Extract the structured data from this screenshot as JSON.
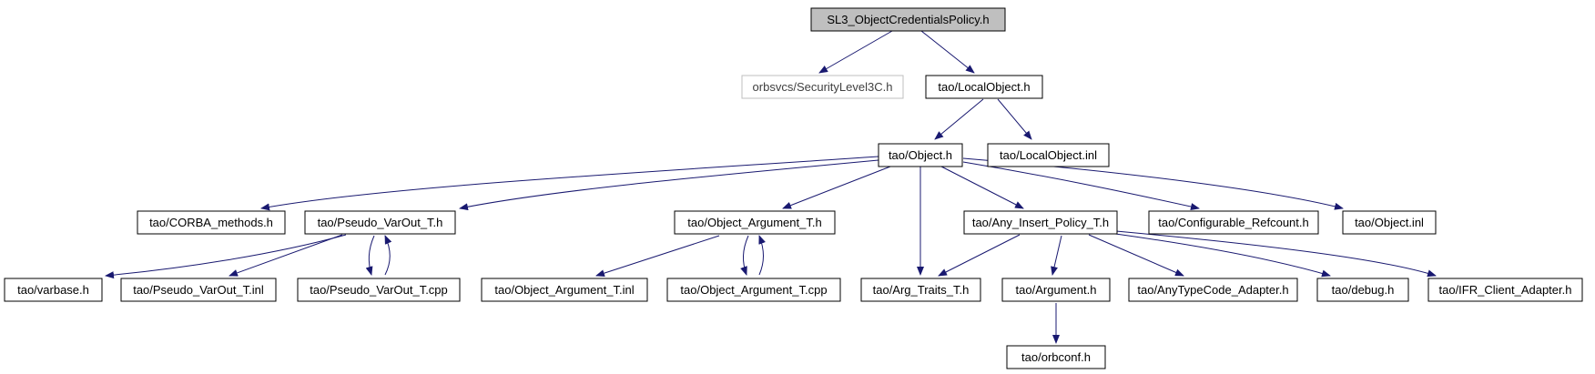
{
  "nodes": {
    "root": "SL3_ObjectCredentialsPolicy.h",
    "security_level3c": "orbsvcs/SecurityLevel3C.h",
    "local_object_h": "tao/LocalObject.h",
    "object_h": "tao/Object.h",
    "local_object_inl": "tao/LocalObject.inl",
    "corba_methods": "tao/CORBA_methods.h",
    "pseudo_varout_h": "tao/Pseudo_VarOut_T.h",
    "object_argument_h": "tao/Object_Argument_T.h",
    "any_insert_policy": "tao/Any_Insert_Policy_T.h",
    "configurable_refcount": "tao/Configurable_Refcount.h",
    "object_inl": "tao/Object.inl",
    "varbase": "tao/varbase.h",
    "pseudo_varout_inl": "tao/Pseudo_VarOut_T.inl",
    "pseudo_varout_cpp": "tao/Pseudo_VarOut_T.cpp",
    "object_argument_inl": "tao/Object_Argument_T.inl",
    "object_argument_cpp": "tao/Object_Argument_T.cpp",
    "arg_traits": "tao/Arg_Traits_T.h",
    "argument_h": "tao/Argument.h",
    "anytypecode_adapter": "tao/AnyTypeCode_Adapter.h",
    "debug_h": "tao/debug.h",
    "ifr_client_adapter": "tao/IFR_Client_Adapter.h",
    "orbconf": "tao/orbconf.h"
  },
  "colors": {
    "edge": "#191970",
    "root_fill": "#bfbfbf",
    "missing_border": "#bfbfbf"
  }
}
